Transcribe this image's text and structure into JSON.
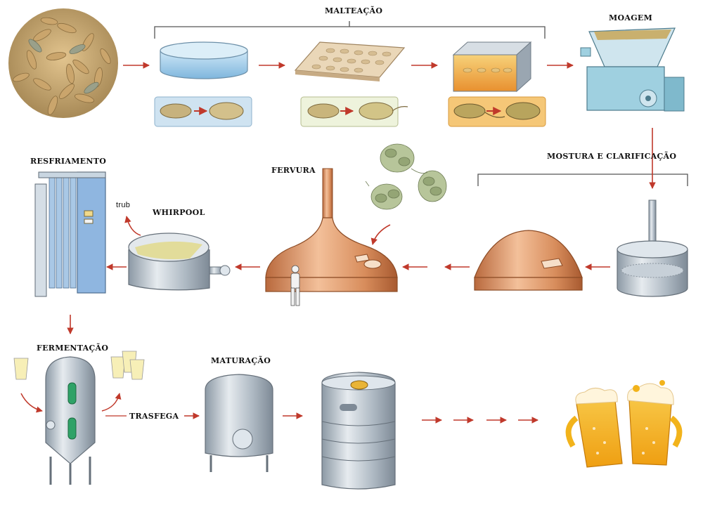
{
  "labels": {
    "malteacao": "MALTEAÇÃO",
    "moagem": "MOAGEM",
    "mostura": "MOSTURA E CLARIFICAÇÃO",
    "fervura": "FERVURA",
    "resfriamento": "RESFRIAMENTO",
    "whirpool": "WHIRPOOL",
    "trub": "trub",
    "fermentacao": "FERMENTAÇÃO",
    "maturacao": "MATURAÇÃO",
    "trasfega": "TRASFEGA"
  },
  "colors": {
    "arrow": "#c0392b",
    "steel": "#b9c3cc",
    "copper": "#d48a5a",
    "beer": "#f2b31b",
    "grain": "#c9a46a",
    "hop": "#a9b98a"
  }
}
